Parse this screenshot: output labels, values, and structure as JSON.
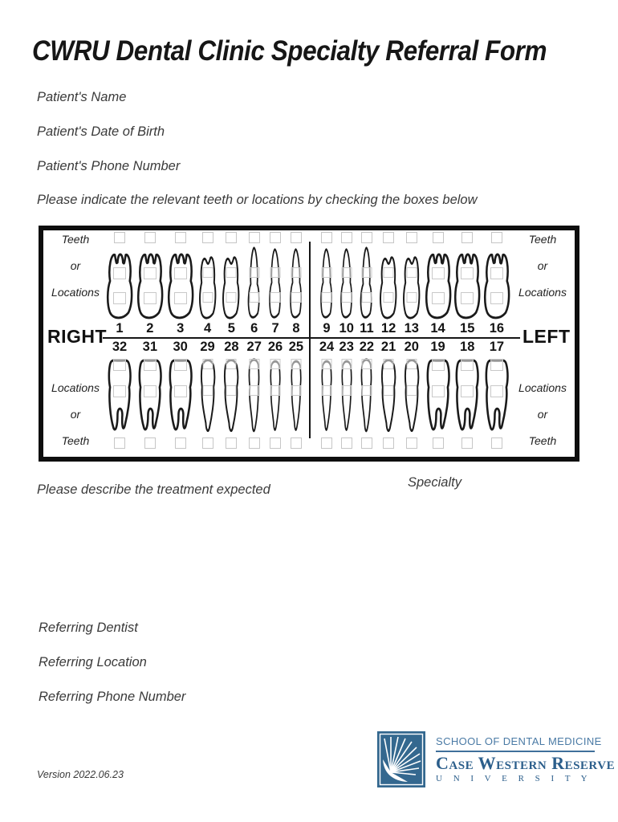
{
  "page": {
    "title": "CWRU Dental Clinic Specialty Referral Form",
    "version": "Version 2022.06.23"
  },
  "fields": {
    "patient_name": "Patient's Name",
    "patient_dob": "Patient's Date of Birth",
    "patient_phone": "Patient's Phone Number",
    "teeth_instruction": "Please indicate the relevant teeth or locations by checking the boxes below",
    "treatment": "Please describe the treatment expected",
    "specialty": "Specialty",
    "referring_dentist": "Referring Dentist",
    "referring_location": "Referring Location",
    "referring_phone": "Referring Phone Number"
  },
  "chart": {
    "corner_top": [
      "Teeth",
      "or",
      "Locations"
    ],
    "corner_bottom": [
      "Locations",
      "or",
      "Teeth"
    ],
    "right_label": "RIGHT",
    "left_label": "LEFT",
    "quadrants": {
      "q1": {
        "numbers": [
          1,
          2,
          3,
          4,
          5,
          6,
          7,
          8
        ],
        "types": [
          "molar",
          "molar",
          "molar",
          "premolar",
          "premolar",
          "canine",
          "incisor",
          "incisor"
        ]
      },
      "q2": {
        "numbers": [
          9,
          10,
          11,
          12,
          13,
          14,
          15,
          16
        ],
        "types": [
          "incisor",
          "incisor",
          "canine",
          "premolar",
          "premolar",
          "molar",
          "molar",
          "molar"
        ]
      },
      "q3": {
        "numbers": [
          32,
          31,
          30,
          29,
          28,
          27,
          26,
          25
        ],
        "types": [
          "molar",
          "molar",
          "molar",
          "premolar",
          "premolar",
          "canine",
          "incisor",
          "incisor"
        ]
      },
      "q4": {
        "numbers": [
          24,
          23,
          22,
          21,
          20,
          19,
          18,
          17
        ],
        "types": [
          "incisor",
          "incisor",
          "canine",
          "premolar",
          "premolar",
          "molar",
          "molar",
          "molar"
        ]
      }
    }
  },
  "logo": {
    "line1": "SCHOOL OF DENTAL MEDICINE",
    "line2": "Case Western Reserve",
    "line3": "U N I V E R S I T Y",
    "colors": {
      "box_blue": "#34688f",
      "label_blue": "#4a7aa5",
      "serif_blue": "#2b5e8b"
    }
  }
}
